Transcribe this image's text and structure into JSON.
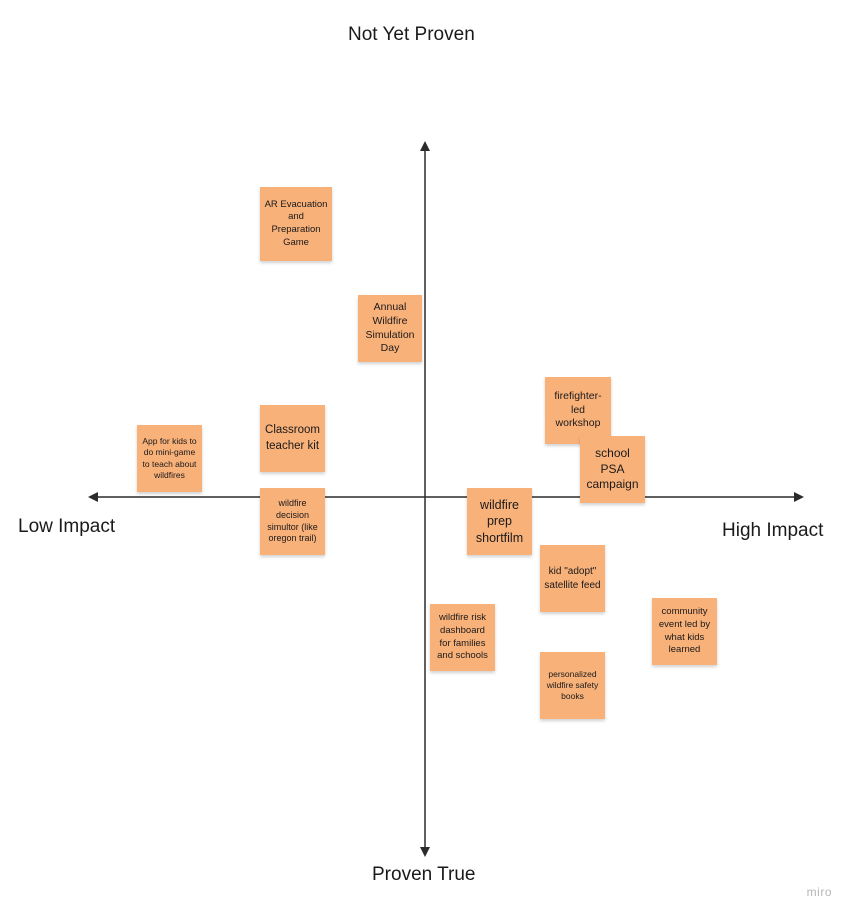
{
  "axes": {
    "top": "Not Yet Proven",
    "bottom": "Proven True",
    "left": "Low Impact",
    "right": "High Impact",
    "line_color": "#2b2b2b"
  },
  "note_color": "#f9b17a",
  "notes": {
    "ar_game": "AR Evacuation and Preparation Game",
    "simulation_day": "Annual Wildfire Simulation Day",
    "teacher_kit": "Classroom teacher kit",
    "kids_app": "App for kids to do mini-game to teach about wildfires",
    "decision_simulator": "wildfire decision simultor (like oregon trail)",
    "firefighter_workshop": "firefighter-led workshop",
    "school_psa": "school PSA campaign",
    "shortfilm": "wildfire prep shortfilm",
    "satellite_feed": "kid \"adopt\" satellite feed",
    "risk_dashboard": "wildfire risk dashboard for families and schools",
    "community_event": "community event led by what kids learned",
    "safety_books": "personalized wildfire safety books"
  },
  "watermark": "miro"
}
